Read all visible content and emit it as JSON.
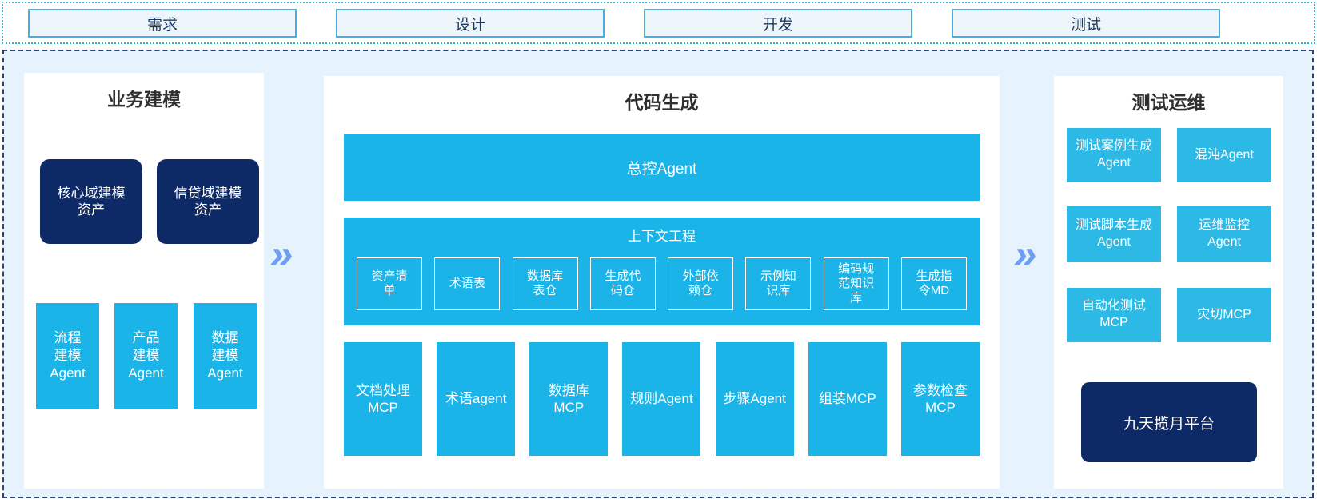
{
  "colors": {
    "cyan": "#1ab4e8",
    "cyan_light": "#2cb9e6",
    "navy": "#0d2a66",
    "container_bg": "#e6f3fc",
    "stage_bg": "#eef6fb",
    "stage_border": "#47aede",
    "stage_text": "#1d3a5e",
    "container_border": "#2e4370",
    "strip_border": "#2fb0d9",
    "arrow": "#6f9ef1",
    "title_text": "#303030"
  },
  "stages": [
    "需求",
    "设计",
    "开发",
    "测试"
  ],
  "arrows": {
    "glyph": "»"
  },
  "business": {
    "title": "业务建模",
    "assets": [
      "核心域建模资产",
      "信贷域建模资产"
    ],
    "agents": [
      "流程建模Agent",
      "产品建模Agent",
      "数据建模Agent"
    ]
  },
  "codegen": {
    "title": "代码生成",
    "master_agent": "总控Agent",
    "context": {
      "title": "上下文工程",
      "items": [
        "资产清单",
        "术语表",
        "数据库表仓",
        "生成代码仓",
        "外部依赖仓",
        "示例知识库",
        "编码规范知识库",
        "生成指令MD"
      ]
    },
    "tools": [
      "文档处理MCP",
      "术语agent",
      "数据库MCP",
      "规则Agent",
      "步骤Agent",
      "组装MCP",
      "参数检查MCP"
    ]
  },
  "testops": {
    "title": "测试运维",
    "grid": [
      "测试案例生成Agent",
      "混沌Agent",
      "测试脚本生成Agent",
      "运维监控Agent",
      "自动化测试MCP",
      "灾切MCP"
    ],
    "platform": "九天揽月平台"
  }
}
